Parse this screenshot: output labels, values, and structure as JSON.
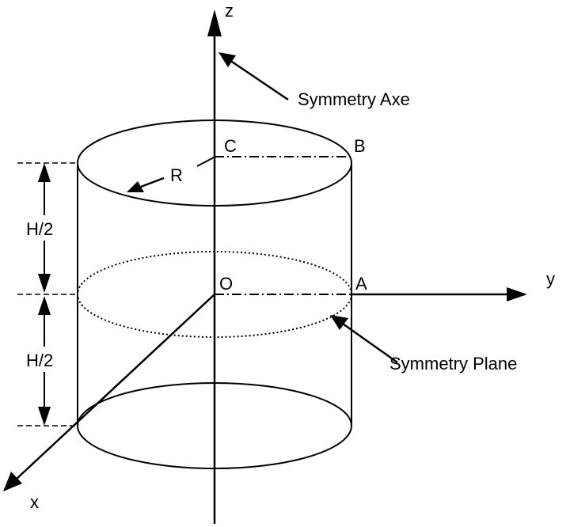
{
  "labels": {
    "z": "z",
    "y": "y",
    "x": "x",
    "O": "O",
    "A": "A",
    "B": "B",
    "C": "C",
    "R": "R",
    "h_upper": "H/2",
    "h_lower": "H/2",
    "symmetry_axe": "Symmetry Axe",
    "symmetry_plane": "Symmetry Plane"
  },
  "colors": {
    "ink": "#000000",
    "background": "#ffffff"
  }
}
